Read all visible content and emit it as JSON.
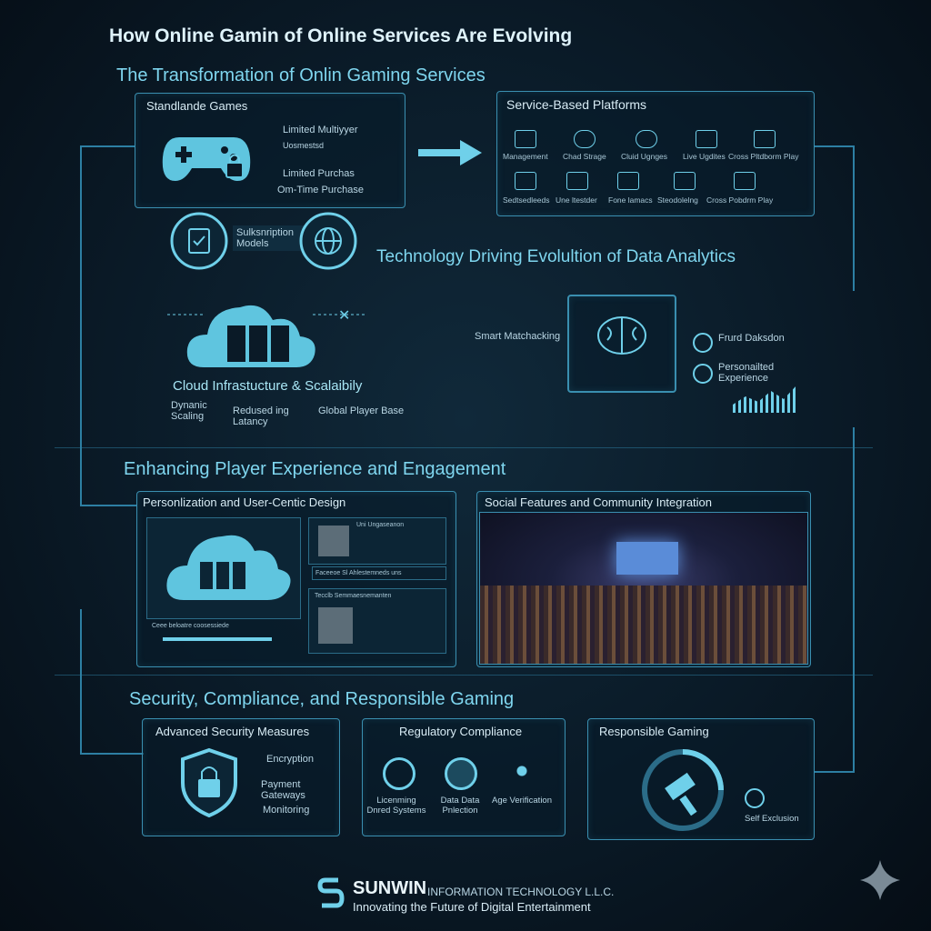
{
  "title": "How Online Gamin of Online Services Are Evolving",
  "section1": {
    "title": "The Transformation of Onlin Gaming Services",
    "standalone": {
      "title": "Standlande Games",
      "items": [
        "Limited Multiyyer",
        "Uosmestsd",
        "Limited Purchas",
        "Om-Time Purchase"
      ]
    },
    "service": {
      "title": "Service-Based Platforms",
      "row1": [
        "Management",
        "Chad Strage",
        "Cluid Ugnges",
        "Live Ugdites",
        "Cross Pltdborm Play"
      ],
      "row2": [
        "Sedtsedleeds",
        "Une ltestder",
        "Fone lamacs",
        "Steodolelng",
        "Cross Pobdrm Play"
      ]
    },
    "subscription": "Sulksnription Models"
  },
  "section2": {
    "title": "Technology Driving Evolultion of Data Analytics",
    "cloud": {
      "title": "Cloud Infrastucture & Scalaibily",
      "items": [
        "Dynanic Scaling",
        "Redused ing Latancy",
        "Global Player Base"
      ]
    },
    "analytics": [
      "Smart Matchacking",
      "Frurd Daksdon",
      "Personailted Experience"
    ]
  },
  "section3": {
    "title": "Enhancing Player Experience and Engagement",
    "personal": {
      "title": "Personlization and User-Centic Design",
      "card1": "Uni Ungaseanon",
      "banner": "Faceeoe Sl Ahlestemneds uns",
      "card2": "Tecclb Semmaesnemanten",
      "bottom": "Ceee beloatre coosessiede"
    },
    "social": {
      "title": "Social Features and Community Integration"
    }
  },
  "section4": {
    "title": "Security, Compliance, and Responsible Gaming",
    "security": {
      "title": "Advanced Security Measures",
      "items": [
        "Encryption",
        "Payment Gateways",
        "Monitoring"
      ]
    },
    "regulatory": {
      "title": "Regulatory Compliance",
      "items": [
        "Licenming Dnred Systems",
        "Data Data Pnlection",
        "Age Verification"
      ]
    },
    "responsible": {
      "title": "Responsible Gaming",
      "item": "Self Exclusion"
    }
  },
  "footer": {
    "brand": "SUNWIN",
    "company": "INFORMATION TECHNOLOGY L.L.C.",
    "tagline": "Innovating the Future of Digital Entertainment"
  },
  "colors": {
    "accent": "#6fd0ea",
    "border": "#3a8fb0",
    "background": "#0a1a27"
  },
  "chart_data": []
}
